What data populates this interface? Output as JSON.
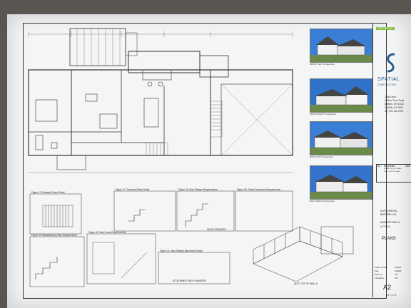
{
  "title_block": {
    "logo_tag": "SPRINGPOINT",
    "company_name": "SPATIAL",
    "company_sub": "CONSTRUCTION",
    "client_name": "Chad Land",
    "client_address1": "60 Barr Farm Road",
    "client_address2": "Bedford, NH 03110",
    "client_phone1": "P: (603) 472-3090",
    "client_phone2": "M: (720) 220-0470",
    "revisions_header_no": "No.",
    "revisions_header_desc": "Description",
    "revisions_header_date": "Date",
    "revision1": "ISSUED QUOTE PLANS",
    "revision2": "FIRST QUOTE PLANS",
    "site_address1": "34 PILGRIM RD.",
    "site_address2": "BEDFORD, NH",
    "map_lot1": "AMHERST MAP 11",
    "map_lot2": "LOT 16-6",
    "sheet_title": "PLANS",
    "project_number_label": "Project number",
    "project_number": "2022-01",
    "date_label": "Date",
    "date": "12/2022",
    "drawn_label": "Drawn by",
    "drawn": "KW",
    "checked_label": "Checked by",
    "checked": "KW",
    "sheet_number": "A2",
    "scale": "1/4\" = 1'-0\""
  },
  "perspectives": {
    "front_left": "FRONT LEFT Perspective",
    "front_right": "FRONT RIGHT Perspective",
    "back_left": "BACK LEFT Perspective",
    "back_right": "BACK RIGHT Perspective"
  },
  "details": {
    "d1": "Figure 12. Example Guard Detail",
    "d2": "Figure 27. Tread and Riser Detail",
    "d3": "Figure 28. Stair Stringer Requirements",
    "d4": "Figure 29. Tread Connection Requirements",
    "d5": "Figure 30. Miscellaneous Stair Requirements",
    "d6": "Figure 30. Stair Guard Requirements",
    "d7": "Figure 31. Stair Stringer Attachment Detail",
    "d8": "ATTACHMENT WITH HANGERS",
    "d9": "SOLID STRINGER",
    "d10": "AUTO TOP OF WALLS"
  },
  "colors": {
    "sheet": "#f4f5f7",
    "line": "#333333",
    "sky": "#3a7fd5",
    "logo_blue": "#2b5f8a"
  }
}
